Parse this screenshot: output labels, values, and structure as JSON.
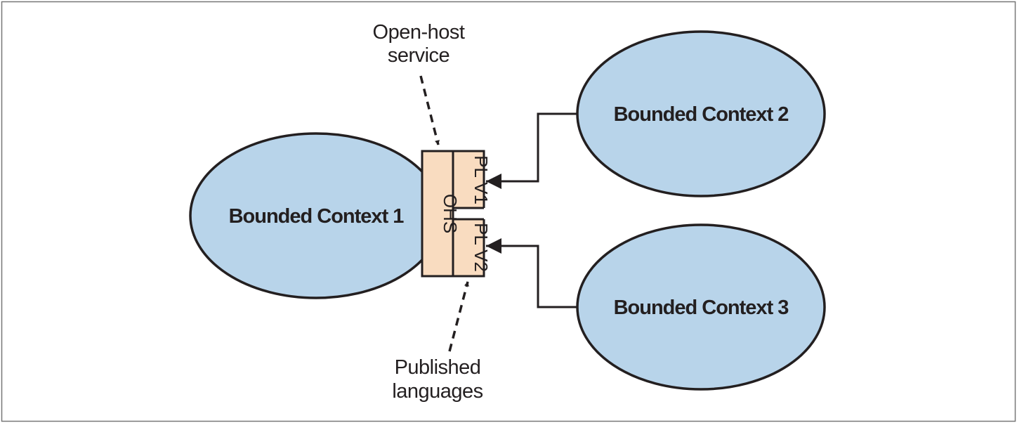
{
  "contexts": {
    "bc1": "Bounded Context 1",
    "bc2": "Bounded Context 2",
    "bc3": "Bounded Context 3"
  },
  "ohs": {
    "label": "OHS",
    "pl_v1": "PL V1",
    "pl_v2": "PL V2"
  },
  "callouts": {
    "open_host_line1": "Open-host",
    "open_host_line2": "service",
    "published_line1": "Published",
    "published_line2": "languages"
  },
  "colors": {
    "context_fill": "#b8d4ea",
    "ohs_fill": "#f9dcc0",
    "stroke": "#231f20",
    "frame": "#777777"
  }
}
